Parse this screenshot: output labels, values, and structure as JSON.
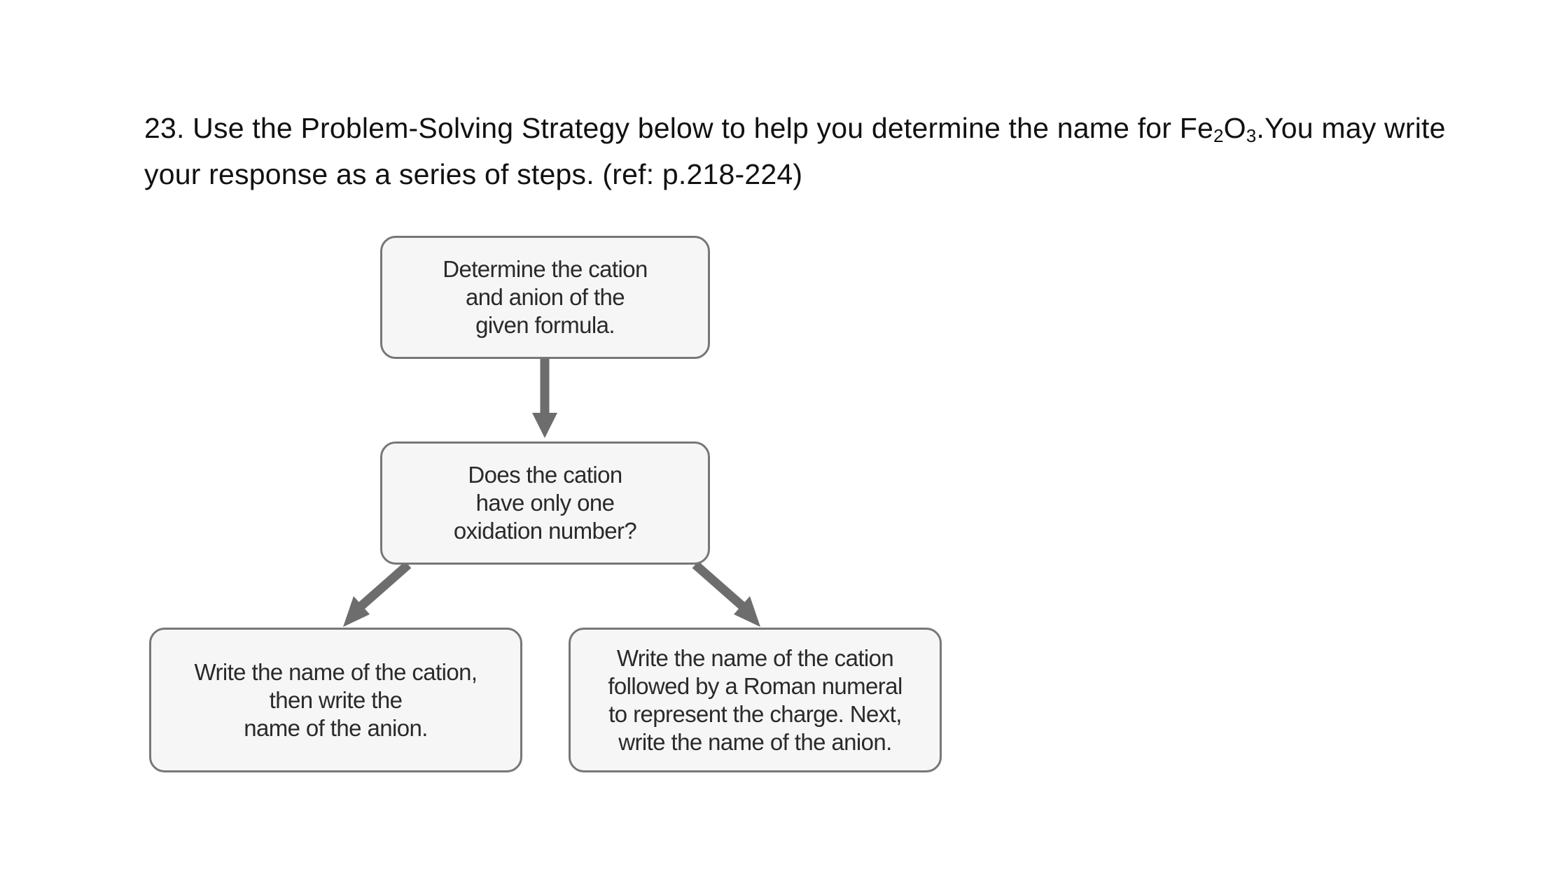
{
  "question": {
    "line1_before_formula": "23. Use the Problem-Solving Strategy below to help you determine the name for ",
    "formula": {
      "el1": "Fe",
      "sub1": "2",
      "el2": "O",
      "sub2": "3"
    },
    "line1_after_formula": ".You may write",
    "line2": "your response as a series of steps. (ref: p.218-224)"
  },
  "flowchart": {
    "step_determine": {
      "lines": [
        "Determine the cation",
        "and anion of the",
        "given formula."
      ]
    },
    "step_question": {
      "lines": [
        "Does the cation",
        "have only one",
        "oxidation number?"
      ]
    },
    "step_single_oxidation": {
      "lines": [
        "Write the name of the cation,",
        "then write the",
        "name of the anion."
      ]
    },
    "step_multiple_oxidation": {
      "lines": [
        "Write the name of the cation",
        "followed by a Roman numeral",
        "to represent the charge. Next,",
        "write the name of the anion."
      ]
    }
  },
  "colors": {
    "box_border": "#777777",
    "box_fill": "#f6f6f6",
    "arrow": "#6d6d6d",
    "text": "#2a2a2a"
  }
}
